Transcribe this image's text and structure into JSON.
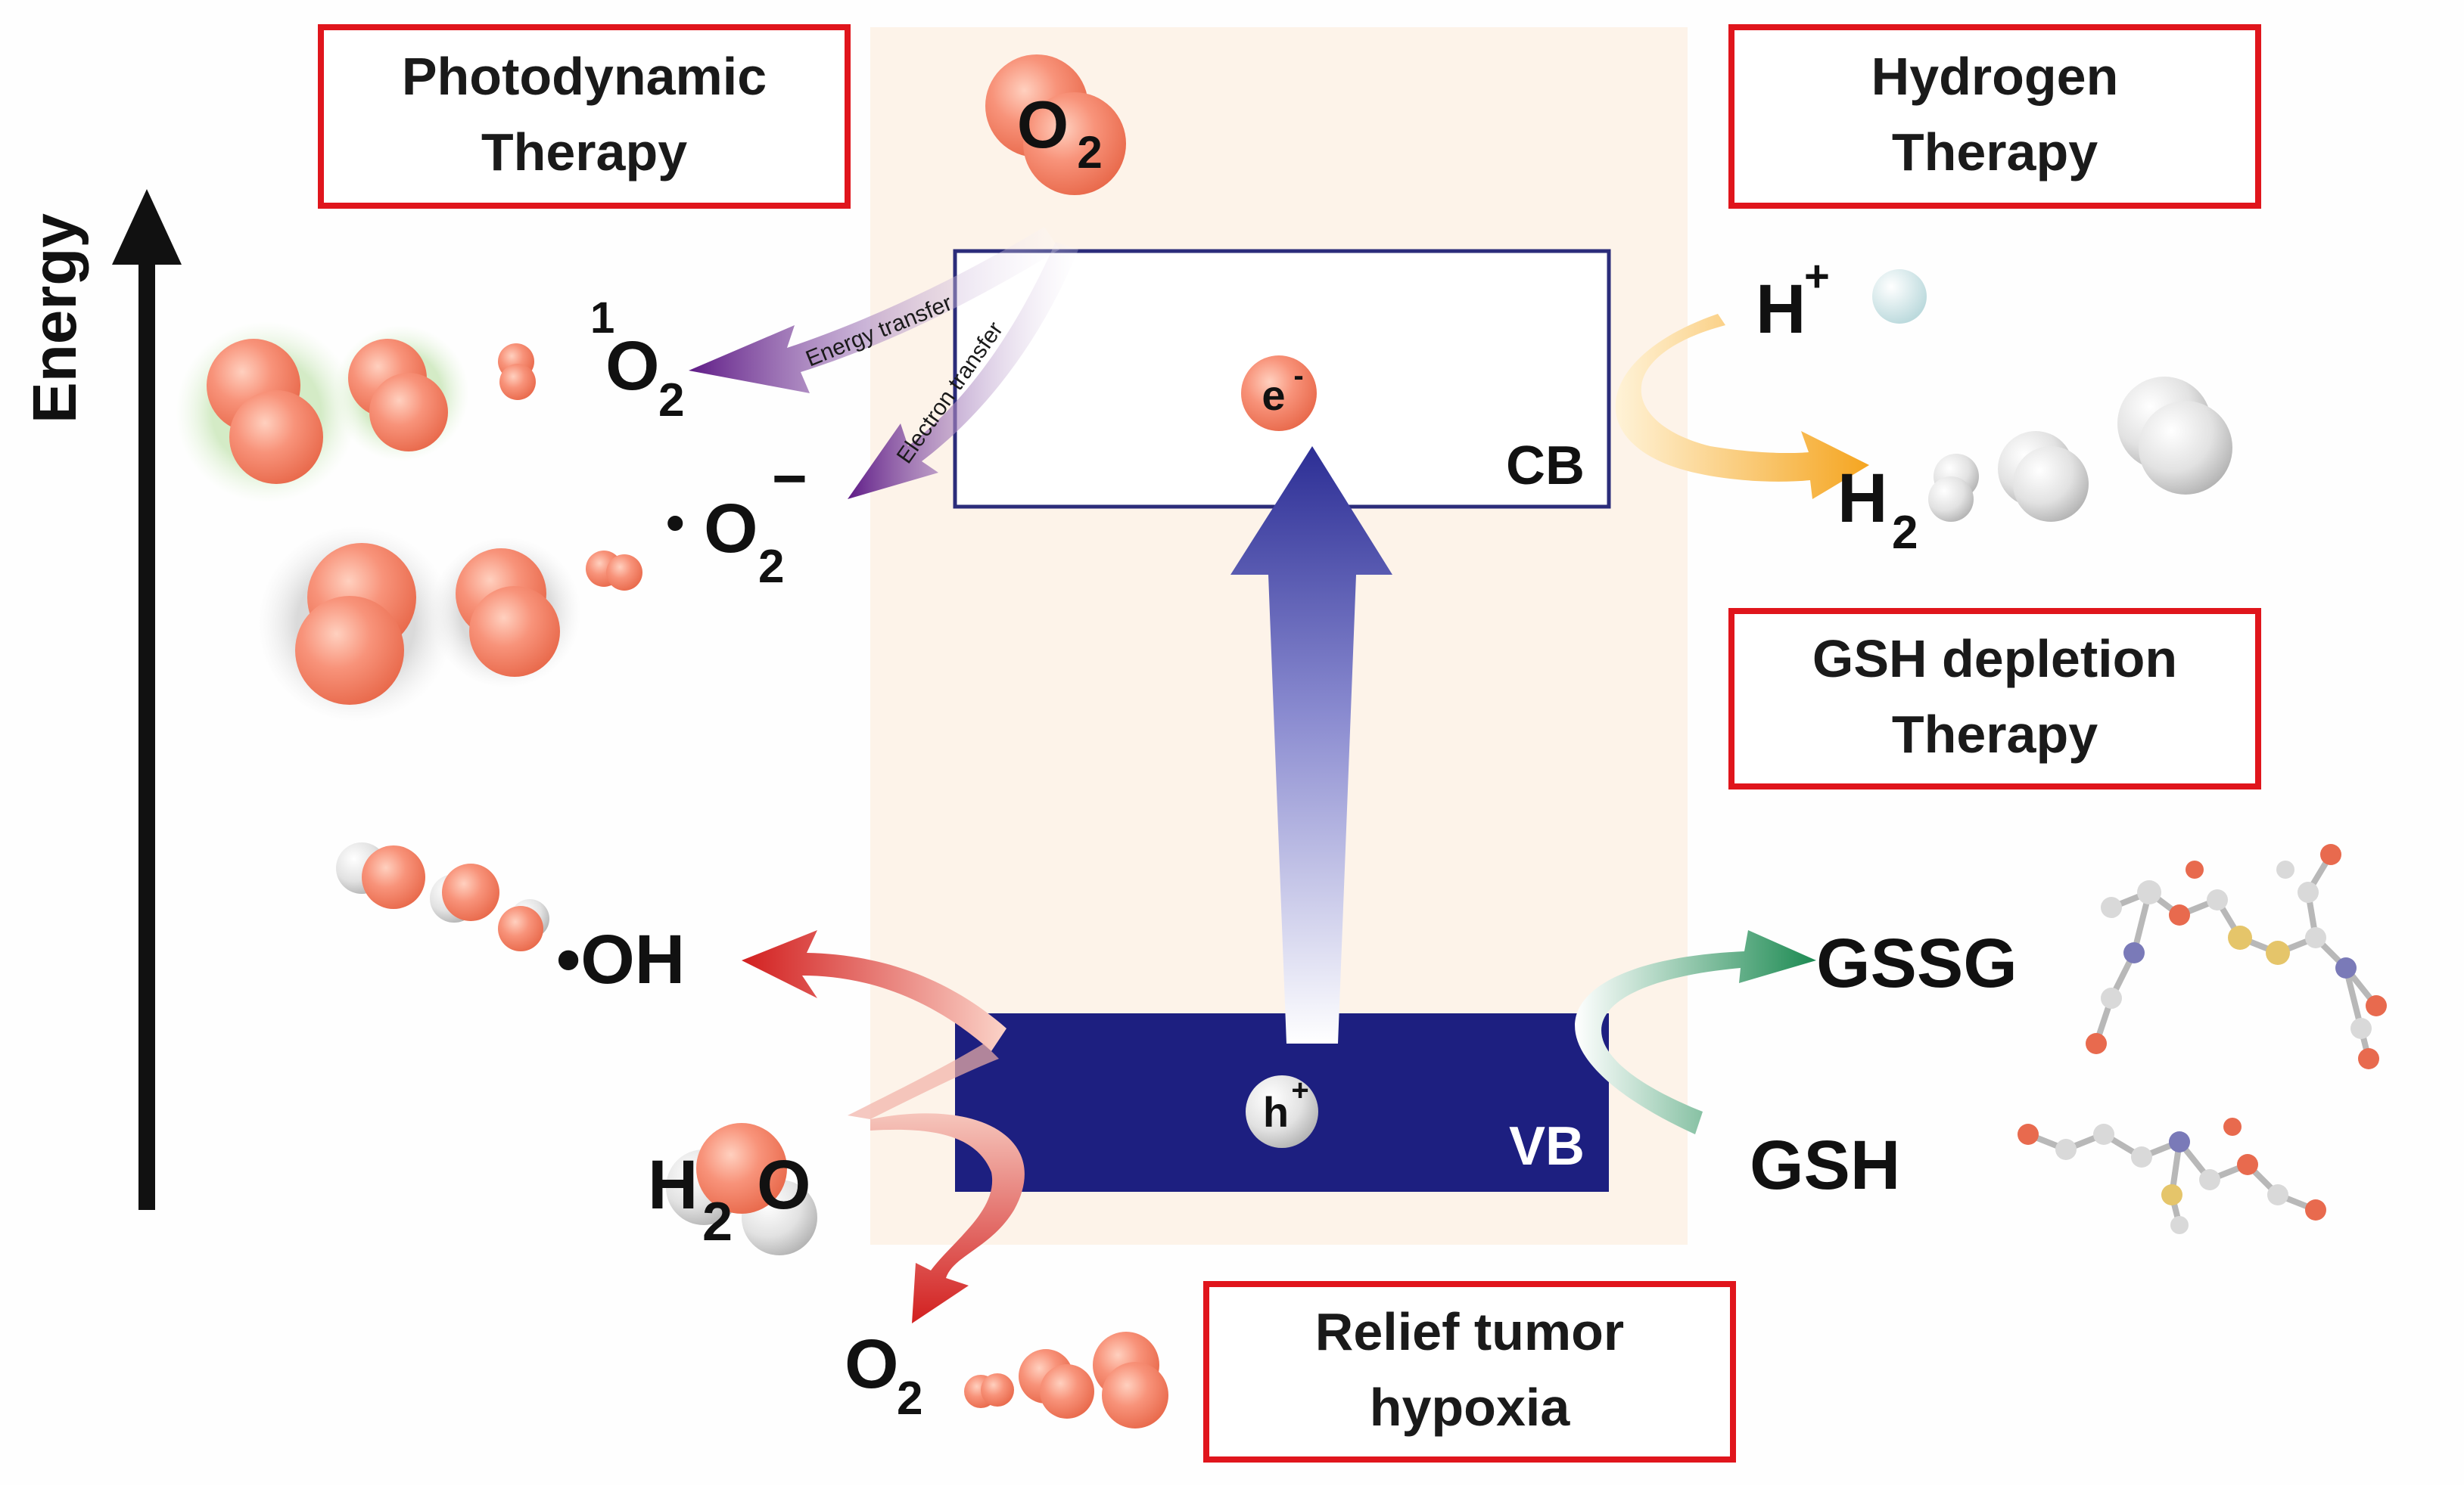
{
  "axis": {
    "label": "Energy"
  },
  "therapy_boxes": {
    "photodynamic": [
      "Photodynamic",
      "Therapy"
    ],
    "hydrogen": [
      "Hydrogen",
      "Therapy"
    ],
    "gsh": [
      "GSH depletion",
      "Therapy"
    ],
    "hypoxia": [
      "Relief tumor",
      "hypoxia"
    ]
  },
  "bands": {
    "cb": "CB",
    "vb": "VB"
  },
  "carriers": {
    "electron": "e",
    "electron_sup": "-",
    "hole": "h",
    "hole_sup": "+"
  },
  "species": {
    "o2_top": {
      "main": "O",
      "sub": "2"
    },
    "singlet_o2": {
      "sup": "1",
      "main": "O",
      "sub": "2"
    },
    "superoxide": {
      "dot": "•",
      "main": "O",
      "sub": "2",
      "sup": "−"
    },
    "hydroxyl": "•OH",
    "water": {
      "h": "H",
      "sub": "2",
      "o": "O"
    },
    "o2_bottom": {
      "main": "O",
      "sub": "2"
    },
    "h_plus": {
      "main": "H",
      "sup": "+"
    },
    "h2": {
      "main": "H",
      "sub": "2"
    },
    "gssg": "GSSG",
    "gsh": "GSH"
  },
  "arrow_labels": {
    "energy_transfer": "Energy transfer",
    "electron_transfer": "Electron transfer"
  },
  "colors": {
    "band_fill": "#1d1f80",
    "cb_stroke": "#2b2c7a",
    "frame_red": "#e0151c",
    "bg_panel": "#fdf3e9",
    "oxygen": "#f58a6c",
    "purple_arrow": "#6a1c8f",
    "orange_arrow": "#f5a823",
    "red_arrow": "#d4241f",
    "green_arrow": "#1c8a52"
  }
}
